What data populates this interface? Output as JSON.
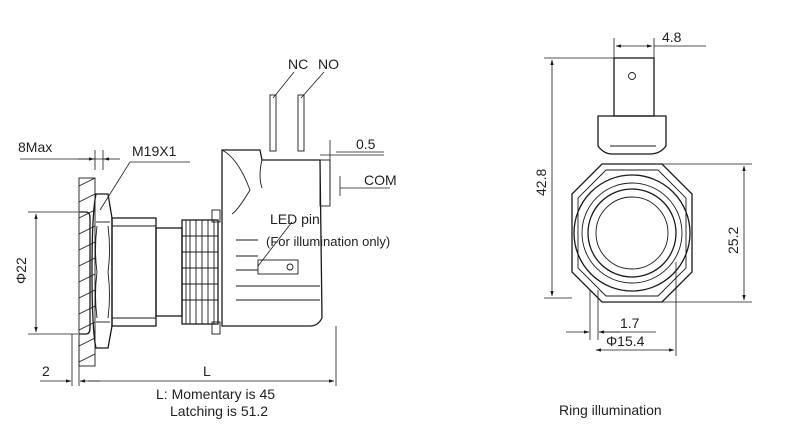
{
  "side_view": {
    "label_8max": "8Max",
    "label_thread": "M19X1",
    "label_nc": "NC",
    "label_no": "NO",
    "label_0_5": "0.5",
    "label_com": "COM",
    "label_led_pin": "LED pin",
    "label_led_note": "(For illumination only)",
    "label_phi22": "Φ22",
    "label_2": "2",
    "label_L": "L",
    "note_momentary": "L: Momentary is 45",
    "note_latching": "Latching is 51.2"
  },
  "front_view": {
    "label_4_8": "4.8",
    "label_42_8": "42.8",
    "label_25_2": "25.2",
    "label_1_7": "1.7",
    "label_phi15_4": "Φ15.4",
    "caption": "Ring illumination"
  }
}
